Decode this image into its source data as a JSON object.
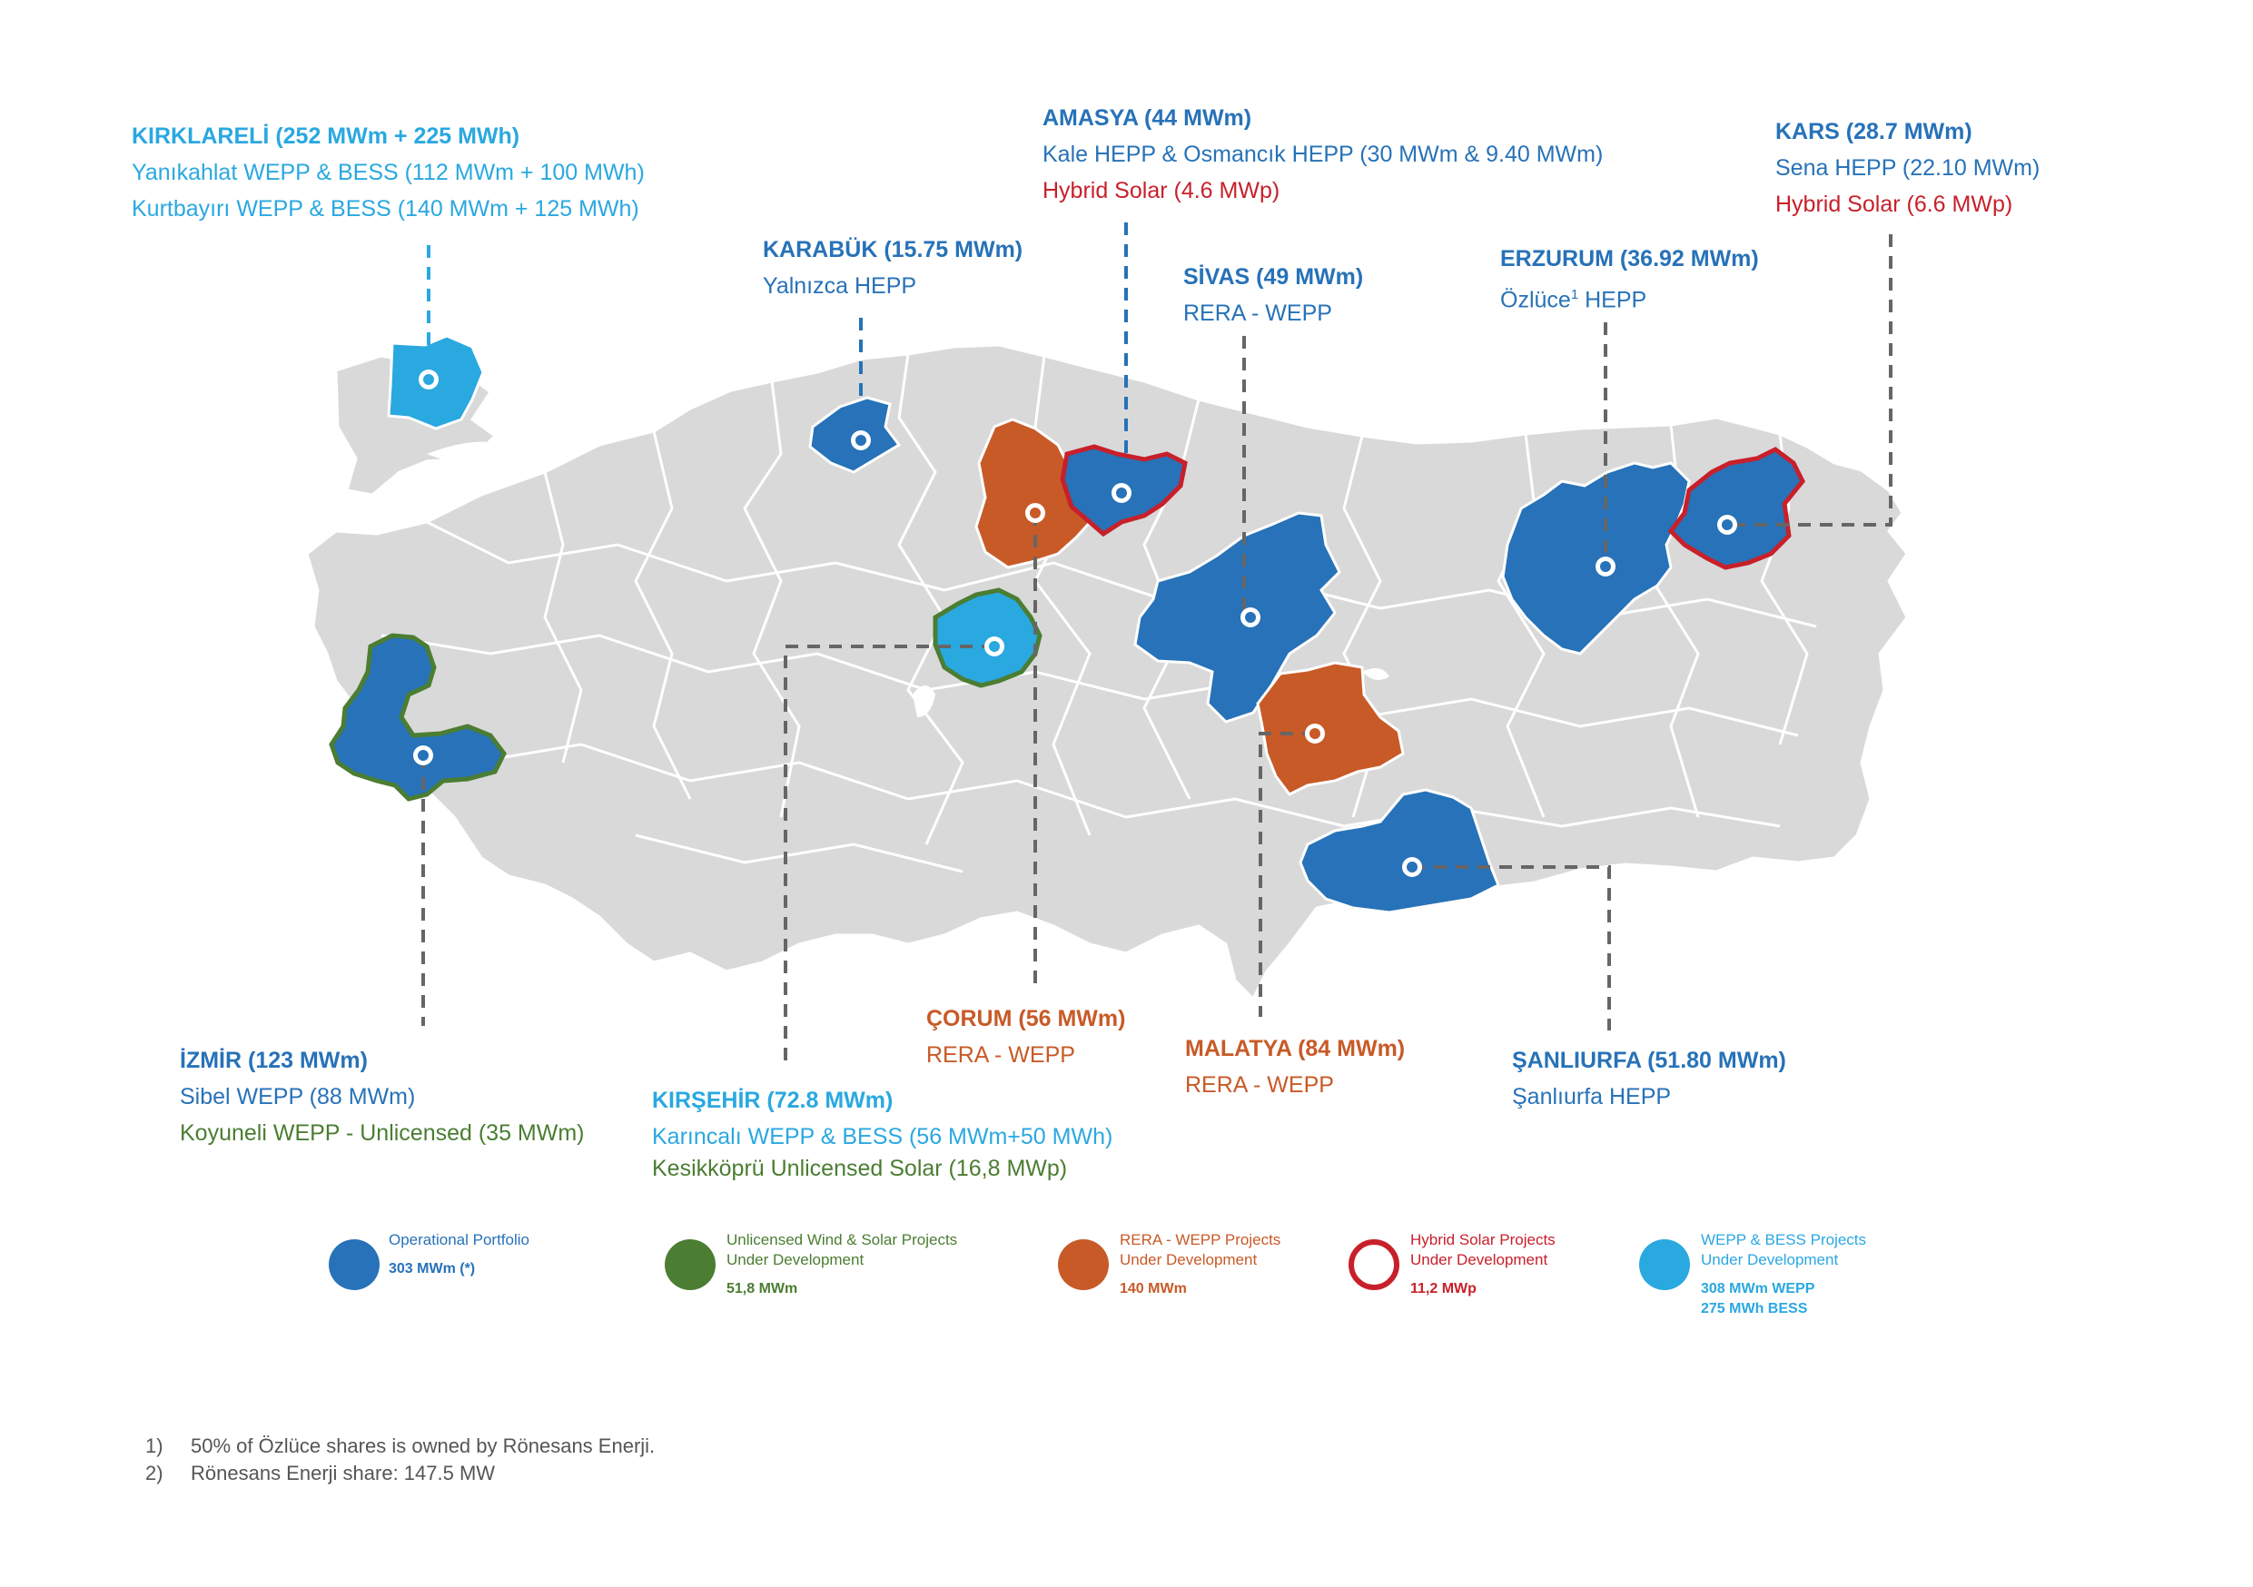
{
  "colors": {
    "operational": "#2772b8",
    "wepp_bess": "#2aa8e0",
    "rera": "#c85a27",
    "hybrid": "#c8202a",
    "unlicensed": "#4b7d32",
    "land": "#d9d9d9",
    "border": "#ffffff",
    "leader": "#666666"
  },
  "labels": {
    "kirklareli": {
      "title": "KIRKLARELİ (252 MWm + 225 MWh)",
      "lines": [
        "Yanıkahlat WEPP & BESS (112 MWm + 100 MWh)",
        "Kurtbayırı WEPP & BESS (140 MWm + 125 MWh)"
      ]
    },
    "karabuk": {
      "title": "KARABÜK (15.75 MWm)",
      "lines": [
        "Yalnızca HEPP"
      ]
    },
    "amasya": {
      "title": "AMASYA (44 MWm)",
      "lines": [
        "Kale HEPP & Osmancık HEPP (30 MWm & 9.40 MWm)",
        "Hybrid Solar (4.6 MWp)"
      ]
    },
    "sivas": {
      "title": "SİVAS (49 MWm)",
      "lines": [
        "RERA - WEPP"
      ]
    },
    "erzurum": {
      "title": "ERZURUM (36.92 MWm)",
      "lines": [
        "Özlüce",
        "1",
        "HEPP"
      ]
    },
    "kars": {
      "title": "KARS (28.7 MWm)",
      "lines": [
        "Sena HEPP (22.10 MWm)",
        "Hybrid Solar (6.6 MWp)"
      ]
    },
    "izmir": {
      "title": "İZMİR (123 MWm)",
      "lines": [
        "Sibel WEPP (88 MWm)",
        "Koyuneli WEPP - Unlicensed (35 MWm)"
      ]
    },
    "kirsehir": {
      "title": "KIRŞEHİR (72.8 MWm)",
      "lines": [
        "Karıncalı WEPP & BESS (56 MWm+50 MWh)",
        "Kesikköprü Unlicensed Solar (16,8 MWp)"
      ]
    },
    "corum": {
      "title": "ÇORUM (56 MWm)",
      "lines": [
        "RERA - WEPP"
      ]
    },
    "malatya": {
      "title": "MALATYA (84 MWm)",
      "lines": [
        "RERA - WEPP"
      ]
    },
    "sanliurfa": {
      "title": "ŞANLIURFA (51.80 MWm)",
      "lines": [
        "Şanlıurfa HEPP"
      ]
    }
  },
  "legend": [
    {
      "label": "Operational Portfolio",
      "value": "303 MWm (*)"
    },
    {
      "label": "Unlicensed Wind & Solar Projects",
      "label2": "Under Development",
      "value": "51,8 MWm"
    },
    {
      "label": "RERA - WEPP Projects",
      "label2": "Under Development",
      "value": "140 MWm"
    },
    {
      "label": "Hybrid Solar Projects",
      "label2": "Under Development",
      "value": "11,2 MWp"
    },
    {
      "label": "WEPP & BESS Projects",
      "label2": "Under Development",
      "value": "308 MWm WEPP",
      "value2": "275 MWh BESS"
    }
  ],
  "footnotes": [
    {
      "num": "1)",
      "text": "50% of Özlüce shares is owned by Rönesans Enerji."
    },
    {
      "num": "2)",
      "text": "Rönesans Enerji share: 147.5 MW"
    }
  ]
}
